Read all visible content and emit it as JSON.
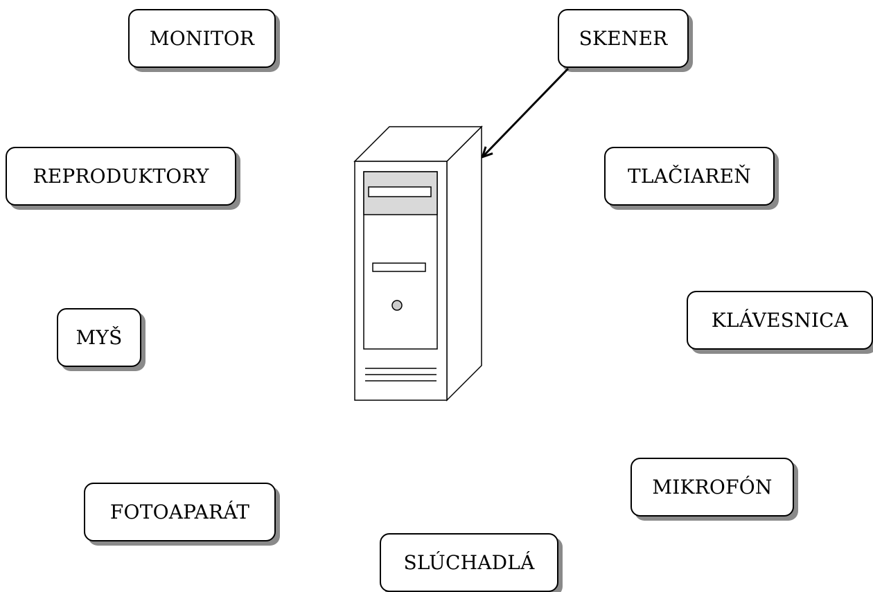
{
  "diagram": {
    "nodes": [
      {
        "id": "monitor",
        "label": "MONITOR"
      },
      {
        "id": "skener",
        "label": "SKENER"
      },
      {
        "id": "reproduktory",
        "label": "REPRODUKTORY"
      },
      {
        "id": "tlaciaren",
        "label": "TLAČIAREŇ"
      },
      {
        "id": "mys",
        "label": "MYŠ"
      },
      {
        "id": "klavesnica",
        "label": "KLÁVESNICA"
      },
      {
        "id": "fotoaparat",
        "label": "FOTOAPARÁT"
      },
      {
        "id": "mikrofon",
        "label": "MIKROFÓN"
      },
      {
        "id": "sluchadla",
        "label": "SLÚCHADLÁ"
      }
    ],
    "center": {
      "icon": "computer-tower-icon"
    },
    "edges": [
      {
        "from": "skener",
        "to": "computer"
      }
    ],
    "colors": {
      "box_border": "#000000",
      "box_shadow": "#8a8a8a",
      "drive_bay_fill": "#d9d9d9",
      "power_button_fill": "#cccccc"
    }
  }
}
